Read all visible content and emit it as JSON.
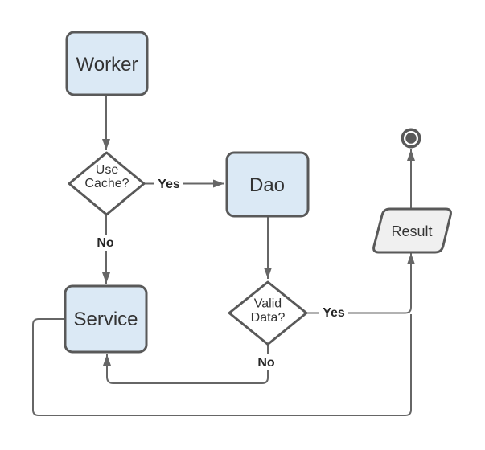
{
  "diagram": {
    "type": "flowchart",
    "colors": {
      "background": "#ffffff",
      "node_fill": "#dbe9f5",
      "node_stroke": "#595959",
      "decision_fill": "#ffffff",
      "result_fill": "#f0f0f0",
      "edge": "#666666",
      "node_label": "#333333",
      "edge_label": "#262626"
    },
    "nodes": {
      "worker": {
        "label": "Worker",
        "shape": "rounded-rectangle"
      },
      "use_cache": {
        "line1": "Use",
        "line2": "Cache?",
        "shape": "diamond"
      },
      "dao": {
        "label": "Dao",
        "shape": "rounded-rectangle"
      },
      "valid_data": {
        "line1": "Valid",
        "line2": "Data?",
        "shape": "diamond"
      },
      "service": {
        "label": "Service",
        "shape": "rounded-rectangle"
      },
      "result": {
        "label": "Result",
        "shape": "parallelogram"
      },
      "end_state": {
        "shape": "terminator-circle"
      }
    },
    "edges": {
      "worker_to_use_cache": {
        "label": ""
      },
      "use_cache_to_dao": {
        "label": "Yes"
      },
      "use_cache_to_service": {
        "label": "No"
      },
      "dao_to_valid_data": {
        "label": ""
      },
      "valid_data_to_result": {
        "label": "Yes"
      },
      "valid_data_to_service": {
        "label": "No"
      },
      "service_to_result": {
        "label": ""
      },
      "result_to_end": {
        "label": ""
      }
    }
  }
}
